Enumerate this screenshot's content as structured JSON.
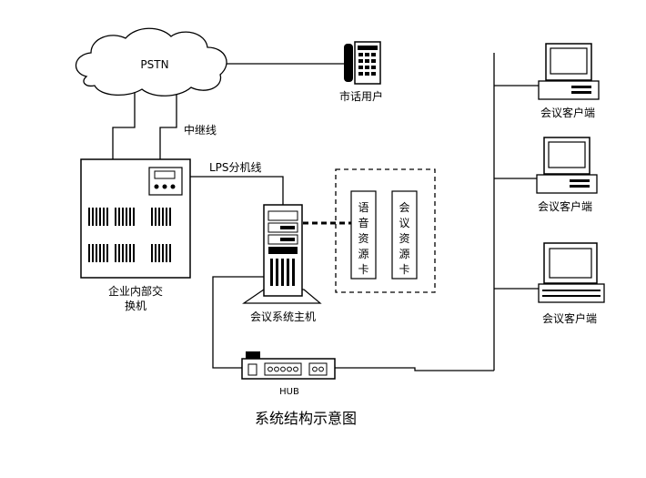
{
  "labels": {
    "pstn": "PSTN",
    "phone_user": "市话用户",
    "trunk_line": "中继线",
    "lps_extension": "LPS分机线",
    "switch_line1": "企业内部交",
    "switch_line2": "换机",
    "voice_card": "语音资源卡",
    "conf_card": "会议资源卡",
    "host": "会议系统主机",
    "hub": "HUB",
    "client1": "会议客户端",
    "client2": "会议客户端",
    "client3": "会议客户端",
    "caption": "系统结构示意图"
  },
  "icons": {
    "cloud": "cloud-icon",
    "telephone": "telephone-icon",
    "pbx": "pbx-switch-icon",
    "server": "server-tower-icon",
    "hub": "hub-icon",
    "computer": "desktop-computer-icon"
  }
}
